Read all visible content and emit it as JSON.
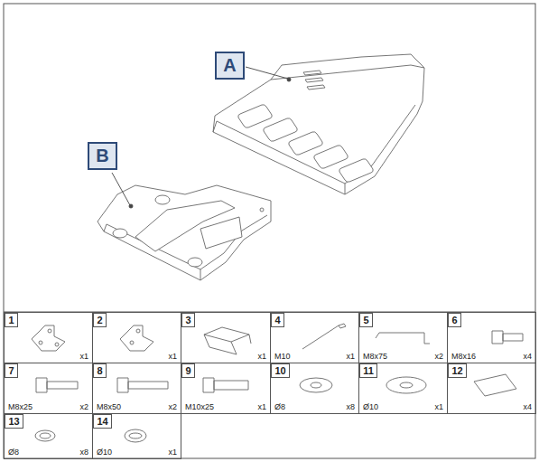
{
  "diagram": {
    "nodes": [
      {
        "text": [
          "A"
        ]
      },
      {
        "text": [
          "B"
        ]
      },
      {
        "text": [
          "x1"
        ]
      },
      {
        "text": [
          "1"
        ],
        "in": 2
      },
      {
        "text": [
          "x1"
        ]
      },
      {
        "text": [
          "2"
        ],
        "in": 4
      },
      {
        "text": [
          "x1"
        ]
      },
      {
        "text": [
          "3"
        ],
        "in": 6
      },
      {
        "text": [
          "M10",
          "x1"
        ]
      },
      {
        "text": [
          "4"
        ],
        "in": 8
      },
      {
        "text": [
          "M8x75",
          "x2"
        ]
      },
      {
        "text": [
          "5"
        ],
        "in": 10
      },
      {
        "text": [
          "M8x16",
          "x4"
        ]
      },
      {
        "text": [
          "6"
        ],
        "in": 12
      },
      {
        "text": [
          "M8x25",
          "x2"
        ]
      },
      {
        "text": [
          "7"
        ],
        "in": 14
      },
      {
        "text": [
          "M8x50",
          "x2"
        ]
      },
      {
        "text": [
          "8"
        ],
        "in": 16
      },
      {
        "text": [
          "M10x25",
          "x1"
        ]
      },
      {
        "text": [
          "9"
        ],
        "in": 18
      },
      {
        "text": [
          "Ø8",
          "x8"
        ]
      },
      {
        "text": [
          "10"
        ],
        "in": 20
      },
      {
        "text": [
          "Ø10",
          "x1"
        ]
      },
      {
        "text": [
          "11"
        ],
        "in": 22
      },
      {
        "text": [
          "x4"
        ]
      },
      {
        "text": [
          "12"
        ],
        "in": 24
      },
      {
        "text": [
          "Ø8",
          "x8"
        ]
      },
      {
        "text": [
          "13"
        ],
        "in": 26
      },
      {
        "text": [
          "Ø10",
          "x1"
        ]
      },
      {
        "text": [
          "14"
        ],
        "in": 28
      }
    ]
  }
}
